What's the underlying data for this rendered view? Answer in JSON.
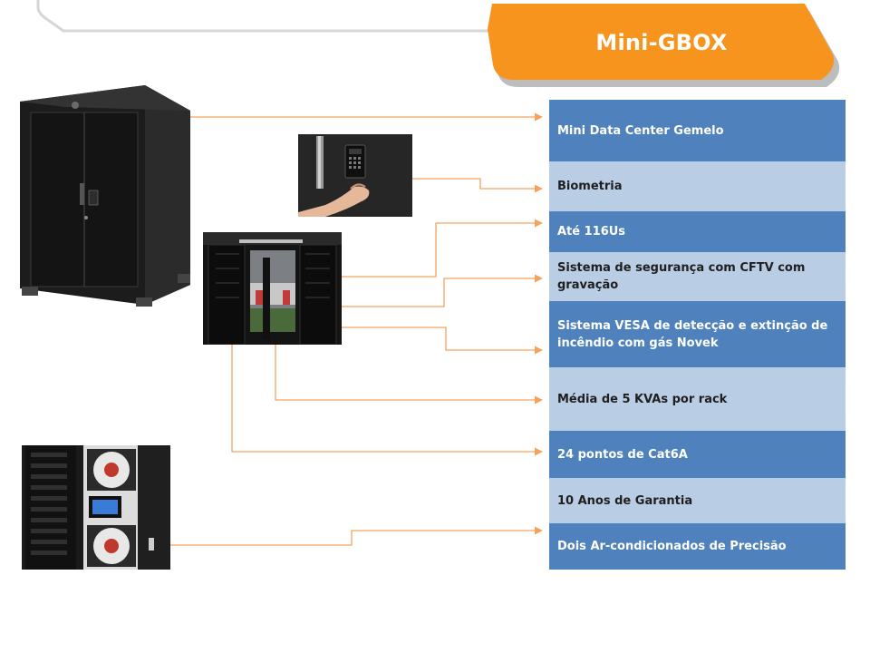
{
  "title": "Mini-GBOX",
  "features": [
    "Mini Data Center Gemelo",
    "Biometria",
    "Até 116Us",
    "Sistema de segurança com CFTV com gravação",
    "Sistema VESA de detecção e extinção de incêndio com gás Novek",
    "Média de 5 KVAs por rack",
    "24 pontos de Cat6A",
    "10 Anos de Garantia",
    "Dois Ar-condicionados de Precisão"
  ],
  "colors": {
    "banner_orange": "#f7941d",
    "row_dark": "#4f81bd",
    "row_light": "#b9cde5",
    "connector": "#f5a25d"
  },
  "images": [
    "black-cabinet-photo",
    "biometric-access-photo",
    "server-racks-photo",
    "rack-interior-photo"
  ]
}
